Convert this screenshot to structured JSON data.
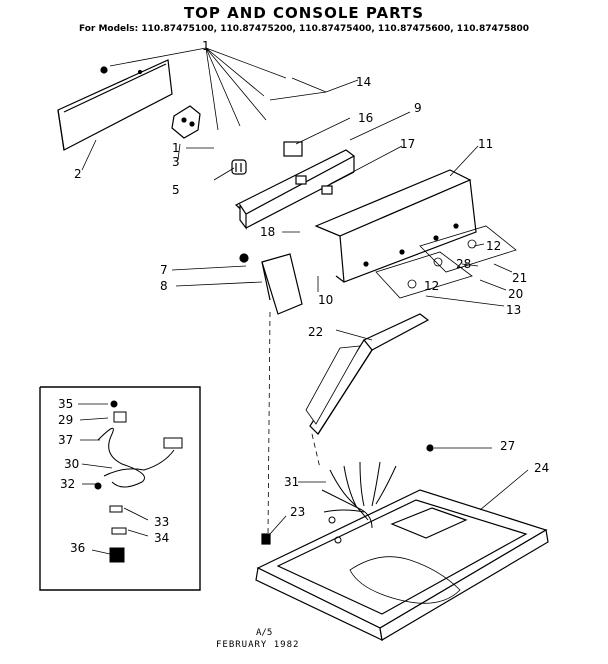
{
  "header": {
    "title": "TOP AND CONSOLE PARTS",
    "models": "For Models: 110.87475100, 110.87475200, 110.87475400, 110.87475600, 110.87475800"
  },
  "callouts": {
    "c1": "1",
    "c1b": "1",
    "c2": "2",
    "c3": "3",
    "c5": "5",
    "c7": "7",
    "c8": "8",
    "c9": "9",
    "c10": "10",
    "c11": "11",
    "c12a": "12",
    "c12b": "12",
    "c13": "13",
    "c14": "14",
    "c16": "16",
    "c17": "17",
    "c18": "18",
    "c20": "20",
    "c21": "21",
    "c22": "22",
    "c23": "23",
    "c24": "24",
    "c27": "27",
    "c28": "28",
    "c29": "29",
    "c30": "30",
    "c31": "31",
    "c32": "32",
    "c33": "33",
    "c34": "34",
    "c35": "35",
    "c36": "36",
    "c37": "37"
  },
  "footer": {
    "line1": "A/5",
    "line2": "FEBRUARY 1982"
  }
}
